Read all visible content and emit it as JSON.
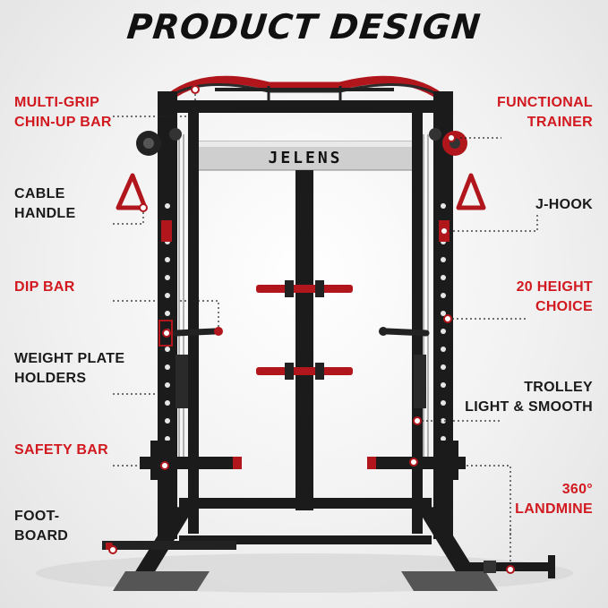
{
  "title": "PRODUCT DESIGN",
  "brand": "JELENS",
  "labels": {
    "chinup": [
      "MULTI-GRIP",
      "CHIN-UP BAR"
    ],
    "cable_handle": [
      "CABLE",
      "HANDLE"
    ],
    "dip_bar": [
      "DIP BAR"
    ],
    "plate_holders": [
      "WEIGHT PLATE",
      "HOLDERS"
    ],
    "safety_bar": [
      "SAFETY BAR"
    ],
    "footboard": [
      "FOOT-",
      "BOARD"
    ],
    "functional_trainer": [
      "FUNCTIONAL",
      "TRAINER"
    ],
    "jhook": [
      "J-HOOK"
    ],
    "height_choice": [
      "20 HEIGHT",
      "CHOICE"
    ],
    "trolley": [
      "TROLLEY",
      "LIGHT & SMOOTH"
    ],
    "landmine": [
      "360°",
      "LANDMINE"
    ]
  },
  "colors": {
    "accent": "#d1191f",
    "frame": "#1b1b1b",
    "text": "#1a1a1a"
  }
}
